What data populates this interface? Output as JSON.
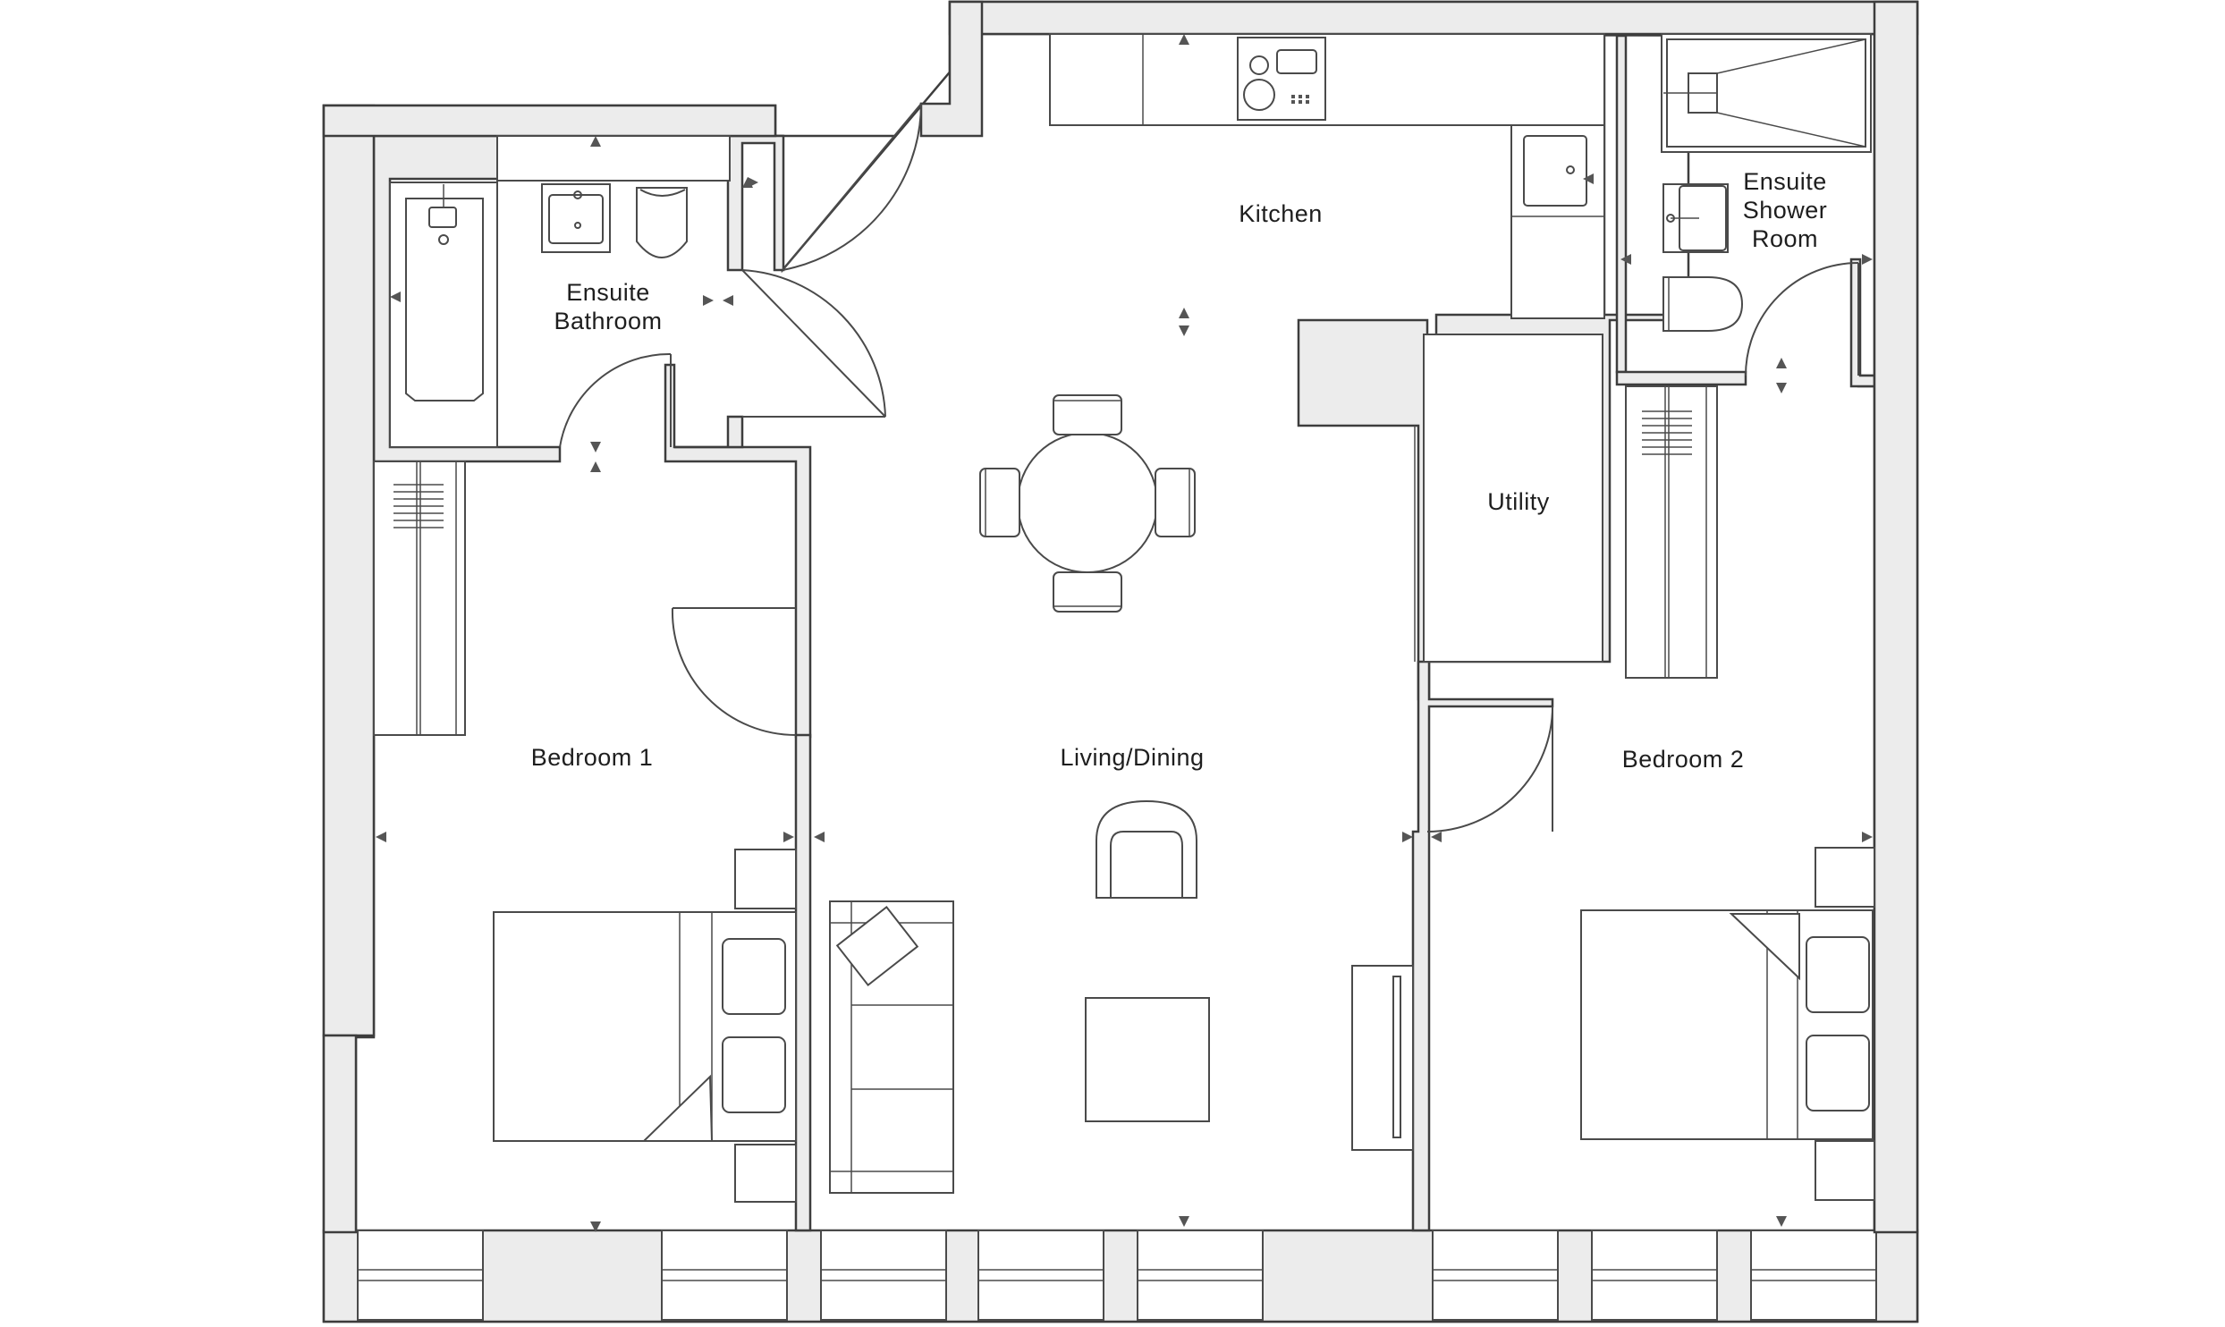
{
  "rooms": {
    "kitchen": "Kitchen",
    "ensuite_bathroom": [
      "Ensuite",
      "Bathroom"
    ],
    "ensuite_shower_room": [
      "Ensuite",
      "Shower",
      "Room"
    ],
    "utility": "Utility",
    "bedroom_1": "Bedroom 1",
    "living_dining": "Living/Dining",
    "bedroom_2": "Bedroom 2"
  },
  "colors": {
    "wall_fill": "#ececec",
    "line": "#4a4a4a",
    "text": "#1e1e1e"
  }
}
